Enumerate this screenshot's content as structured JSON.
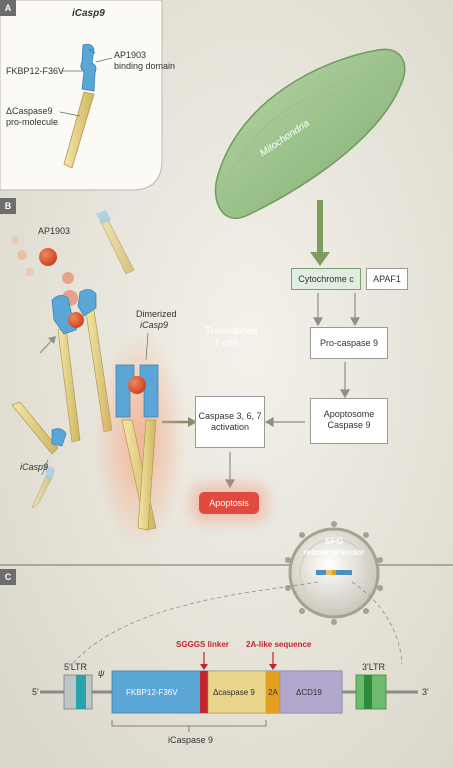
{
  "panel_a": {
    "tag": "A",
    "title": "iCasp9",
    "fkbp_label": "FKBP12-F36V",
    "ap_binding_line1": "AP1903",
    "ap_binding_line2": "binding domain",
    "procasp_line1": "ΔCaspase9",
    "procasp_line2": "pro-molecule"
  },
  "panel_b": {
    "tag": "B",
    "ap1903_label": "AP1903",
    "dimerized_line1": "Dimerized",
    "dimerized_line2": "iCasp9",
    "transduced_line1": "Transduced",
    "transduced_line2": "T cell",
    "icasp9_label": "iCasp9",
    "mitochondria_label": "Mitochondria",
    "cytochrome": "Cytochrome c",
    "apaf1": "APAF1",
    "procaspase": "Pro-caspase 9",
    "apoptosome_line1": "Apoptosome",
    "apoptosome_line2": "Caspase 9",
    "caspase_line1": "Caspase 3, 6, 7",
    "caspase_line2": "activation",
    "apoptosis": "Apoptosis"
  },
  "panel_c": {
    "tag": "C",
    "sfg_line1": "SFG",
    "sfg_line2": "retroviral vector",
    "five_prime": "5'",
    "three_prime": "3'",
    "ltr5": "5'LTR",
    "ltr3": "3'LTR",
    "psi": "ψ",
    "fkbp": "FKBP12-F36V",
    "dcasp": "Δcaspase 9",
    "t2a": "2A",
    "dcd19": "ΔCD19",
    "linker": "SGGGS linker",
    "twoa_seq": "2A-like sequence",
    "icasp9_bracket": "iCaspase 9"
  },
  "colors": {
    "cyto_green": "#dfeedd",
    "apoptosis_red": "#e04a3f",
    "fkbp_blue": "#5aa6d6",
    "dcasp_yellow": "#e8d48a",
    "twoa_orange": "#e6a020",
    "cd19_lavender": "#b2a7cc",
    "ltr_teal": "#2aa3a8",
    "ltr3_green": "#4caf50",
    "linker_red": "#c0272d"
  }
}
